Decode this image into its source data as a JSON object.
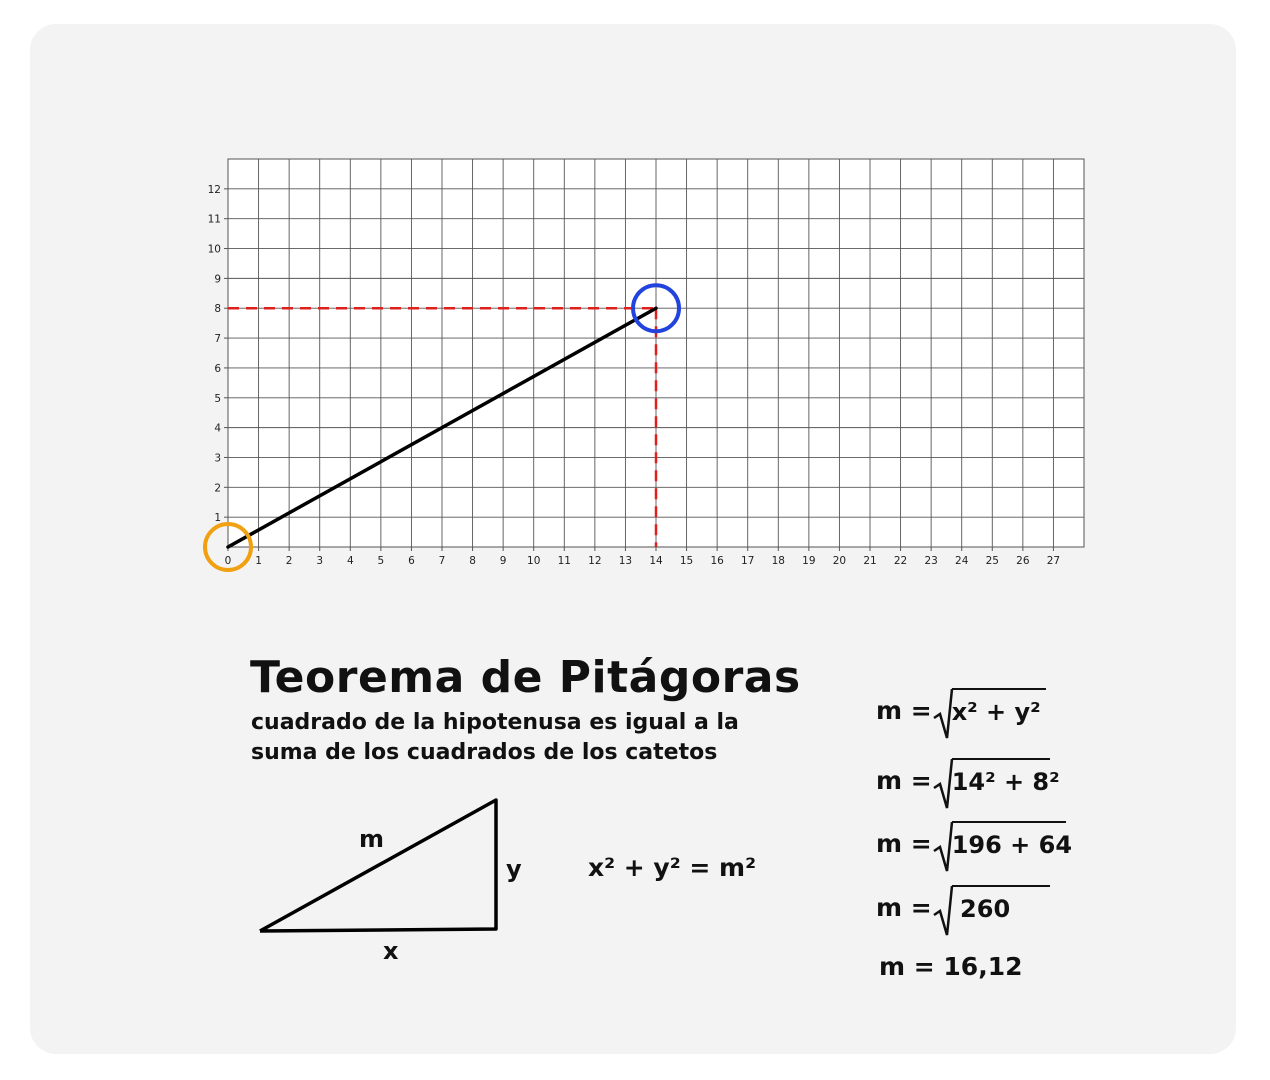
{
  "graph": {
    "x_ticks": [
      "0",
      "1",
      "2",
      "3",
      "4",
      "5",
      "6",
      "7",
      "8",
      "9",
      "10",
      "11",
      "12",
      "13",
      "14",
      "15",
      "16",
      "17",
      "18",
      "19",
      "20",
      "21",
      "22",
      "23",
      "24",
      "25",
      "26",
      "27"
    ],
    "y_ticks": [
      "1",
      "2",
      "3",
      "4",
      "5",
      "6",
      "7",
      "8",
      "9",
      "10",
      "11",
      "12"
    ],
    "x_max": 28,
    "y_max": 13,
    "start_point": [
      0,
      0
    ],
    "end_point": [
      14,
      8
    ],
    "colors": {
      "grid": "#555555",
      "segment": "#000000",
      "guides": "#e0201c",
      "start_marker": "#f0a010",
      "end_marker": "#2244dd"
    }
  },
  "title": "Teorema de Pitágoras",
  "subtitle_line1": "cuadrado de la hipotenusa es igual a la",
  "subtitle_line2": "suma de los cuadrados de los catetos",
  "triangle": {
    "hyp_label": "m",
    "vertical_label": "y",
    "base_label": "x"
  },
  "equation": "x² + y² = m²",
  "steps": [
    {
      "prefix": "m =",
      "radicand": "x² + y²"
    },
    {
      "prefix": "m =",
      "radicand": "14² + 8²"
    },
    {
      "prefix": "m =",
      "radicand": "196 + 64"
    },
    {
      "prefix": "m =",
      "radicand": " 260"
    }
  ],
  "result": "m = 16,12"
}
